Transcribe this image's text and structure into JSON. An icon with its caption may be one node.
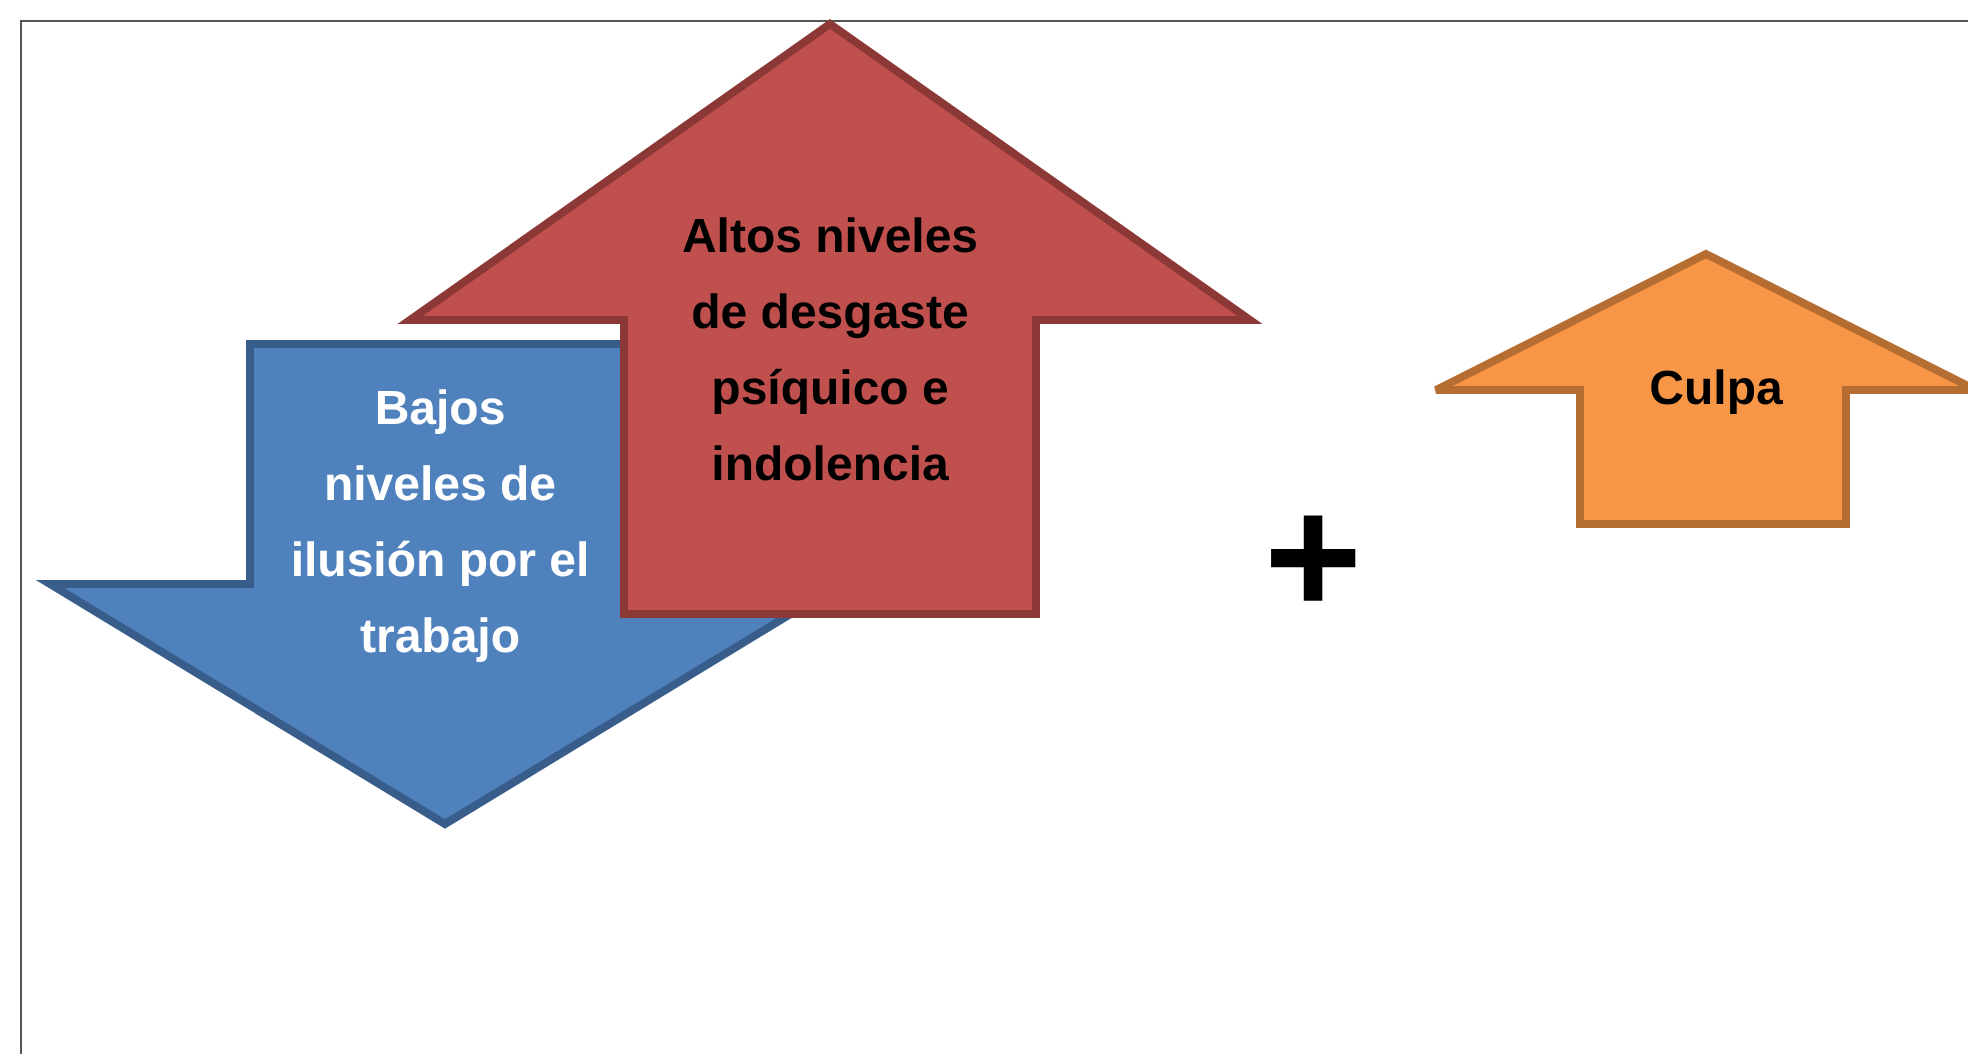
{
  "diagram": {
    "nodes": [
      {
        "text": [
          "Bajos niveles de ilusión por el trabajo"
        ]
      },
      {
        "text": [
          "Altos niveles de desgaste psíquico e indolencia"
        ]
      },
      {
        "text": [
          "Culpa"
        ]
      }
    ],
    "edges": [],
    "labels": [
      "+"
    ]
  }
}
